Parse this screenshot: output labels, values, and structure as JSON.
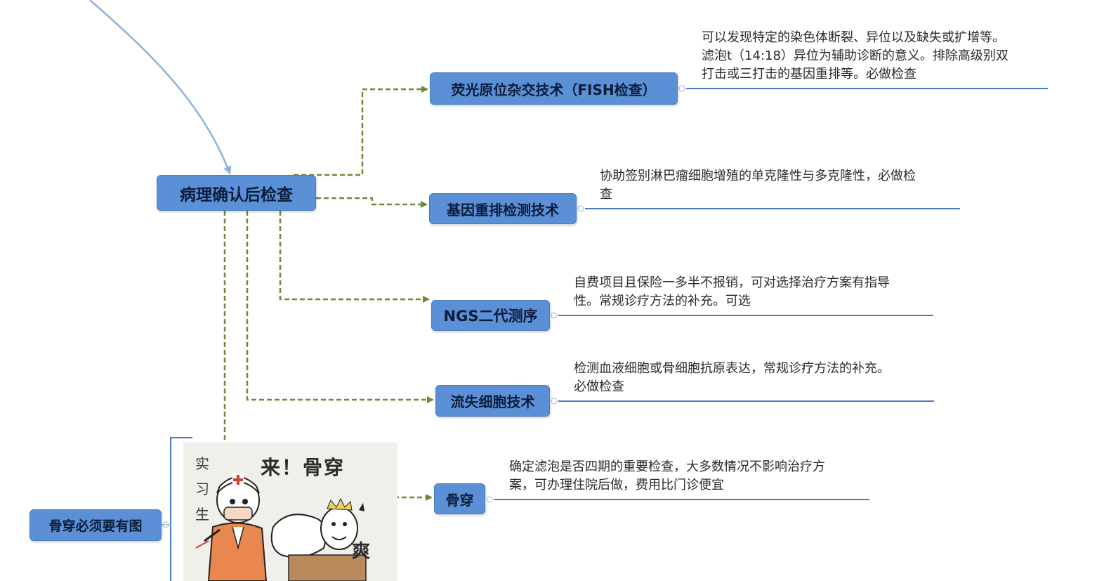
{
  "root": {
    "label": "病理确认后检查"
  },
  "branches": [
    {
      "id": "fish",
      "label": "荧光原位杂交技术（FISH检查）",
      "note": "可以发现特定的染色体断裂、异位以及缺失或扩增等。\n滤泡t（14:18）异位为辅助诊断的意义。排除高级别双\n打击或三打击的基因重排等。必做检查"
    },
    {
      "id": "gene",
      "label": "基因重排检测技术",
      "note": "协助签别淋巴瘤细胞增殖的单克隆性与多克隆性，必做检\n查"
    },
    {
      "id": "ngs",
      "label": "NGS二代测序",
      "note": "自费项目且保险一多半不报销，可对选择治疗方案有指导\n性。常规诊疗方法的补充。可选"
    },
    {
      "id": "flow",
      "label": "流失细胞技术",
      "note": "检测血液细胞或骨细胞抗原表达，常规诊疗方法的补充。\n必做检查"
    },
    {
      "id": "bone",
      "label": "骨穿",
      "note": "确定滤泡是否四期的重要检查，大多数情况不影响治疗方\n案，可办理住院后做，费用比门诊便宜"
    }
  ],
  "side_topic": {
    "label": "骨穿必须要有图"
  },
  "meme": {
    "caption": "来！骨穿",
    "side_text": "实习生",
    "reaction": "爽"
  },
  "colors": {
    "node_fill": "#5b8fd6",
    "link_dashed": "#6b8b3a",
    "link_solid": "#4a7cc2",
    "incoming_arrow": "#8fb3dd"
  }
}
